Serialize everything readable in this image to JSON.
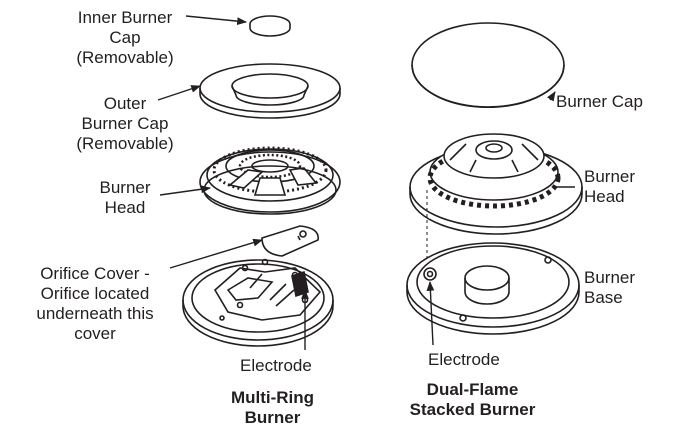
{
  "multi_ring": {
    "title": [
      "Multi-Ring",
      "Burner"
    ],
    "inner_cap": [
      "Inner Burner",
      "Cap",
      "(Removable)"
    ],
    "outer_cap": [
      "Outer",
      "Burner Cap",
      "(Removable)"
    ],
    "head": [
      "Burner",
      "Head"
    ],
    "orifice": [
      "Orifice Cover -",
      "Orifice located",
      "underneath this",
      "cover"
    ],
    "electrode": "Electrode"
  },
  "dual_flame": {
    "title": [
      "Dual-Flame",
      "Stacked Burner"
    ],
    "cap": "Burner Cap",
    "head": [
      "Burner",
      "Head"
    ],
    "base": [
      "Burner",
      "Base"
    ],
    "electrode": "Electrode"
  }
}
